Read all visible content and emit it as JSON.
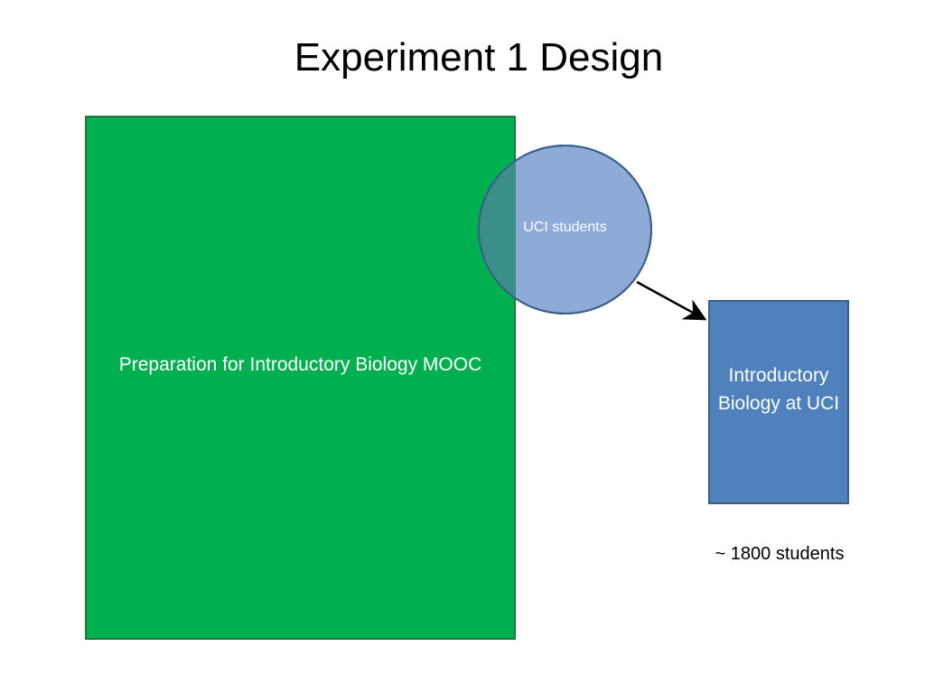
{
  "title": "Experiment 1 Design",
  "mooc": {
    "label": "Preparation for Introductory Biology MOOC",
    "color": "#00b050"
  },
  "uci_circle": {
    "label": "UCI students",
    "color": "#8eaad6",
    "overlap_color": "#3a9088"
  },
  "intro_bio": {
    "label": "Introductory Biology at UCI",
    "color": "#4f81bd"
  },
  "enrollment": {
    "label": "~ 1800 students"
  }
}
